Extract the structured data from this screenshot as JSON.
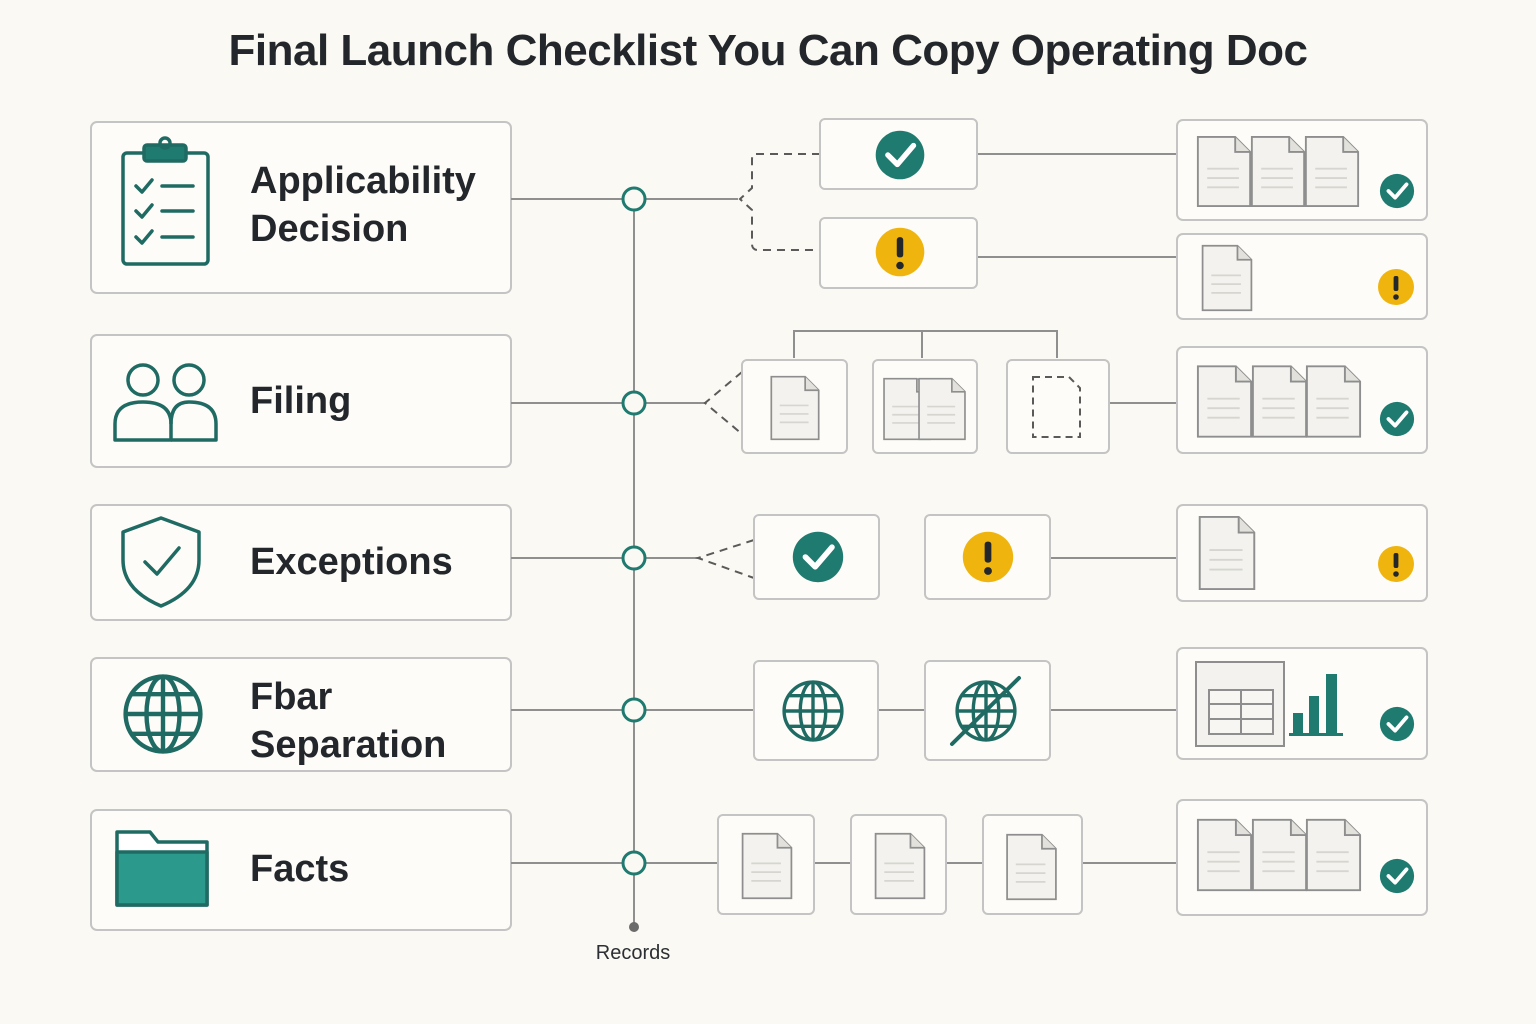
{
  "title": "Final Launch Checklist You Can Copy Operating Doc",
  "axis_label": "Records",
  "colors": {
    "background": "#fbf9f3",
    "teal": "#1f7a70",
    "teal_fill": "#2b9a8d",
    "warning": "#f0b40f",
    "line": "#8f8f8f",
    "card_border": "#c4c4c4"
  },
  "steps": [
    {
      "label": "Applicability\nDecision",
      "icon": "clipboard-checklist-icon"
    },
    {
      "label": "Filing",
      "icon": "people-icon"
    },
    {
      "label": "Exceptions",
      "icon": "shield-check-icon"
    },
    {
      "label": "Fbar\nSeparation",
      "icon": "globe-icon"
    },
    {
      "label": "Facts",
      "icon": "folder-icon"
    }
  ],
  "outcomes": [
    {
      "step": "Applicability Decision",
      "branches": [
        "check",
        "warning"
      ],
      "results": [
        "3 documents + check",
        "1 document + warning"
      ]
    },
    {
      "step": "Filing",
      "branches": [
        "1 document",
        "2 documents",
        "missing document"
      ],
      "results": [
        "3 documents + check"
      ]
    },
    {
      "step": "Exceptions",
      "branches": [
        "check",
        "warning"
      ],
      "results": [
        "1 document + warning"
      ]
    },
    {
      "step": "Fbar Separation",
      "branches": [
        "globe",
        "globe crossed"
      ],
      "results": [
        "table + bar chart + check"
      ]
    },
    {
      "step": "Facts",
      "branches": [
        "1 document",
        "1 document",
        "1 document"
      ],
      "results": [
        "3 documents + check"
      ]
    }
  ]
}
